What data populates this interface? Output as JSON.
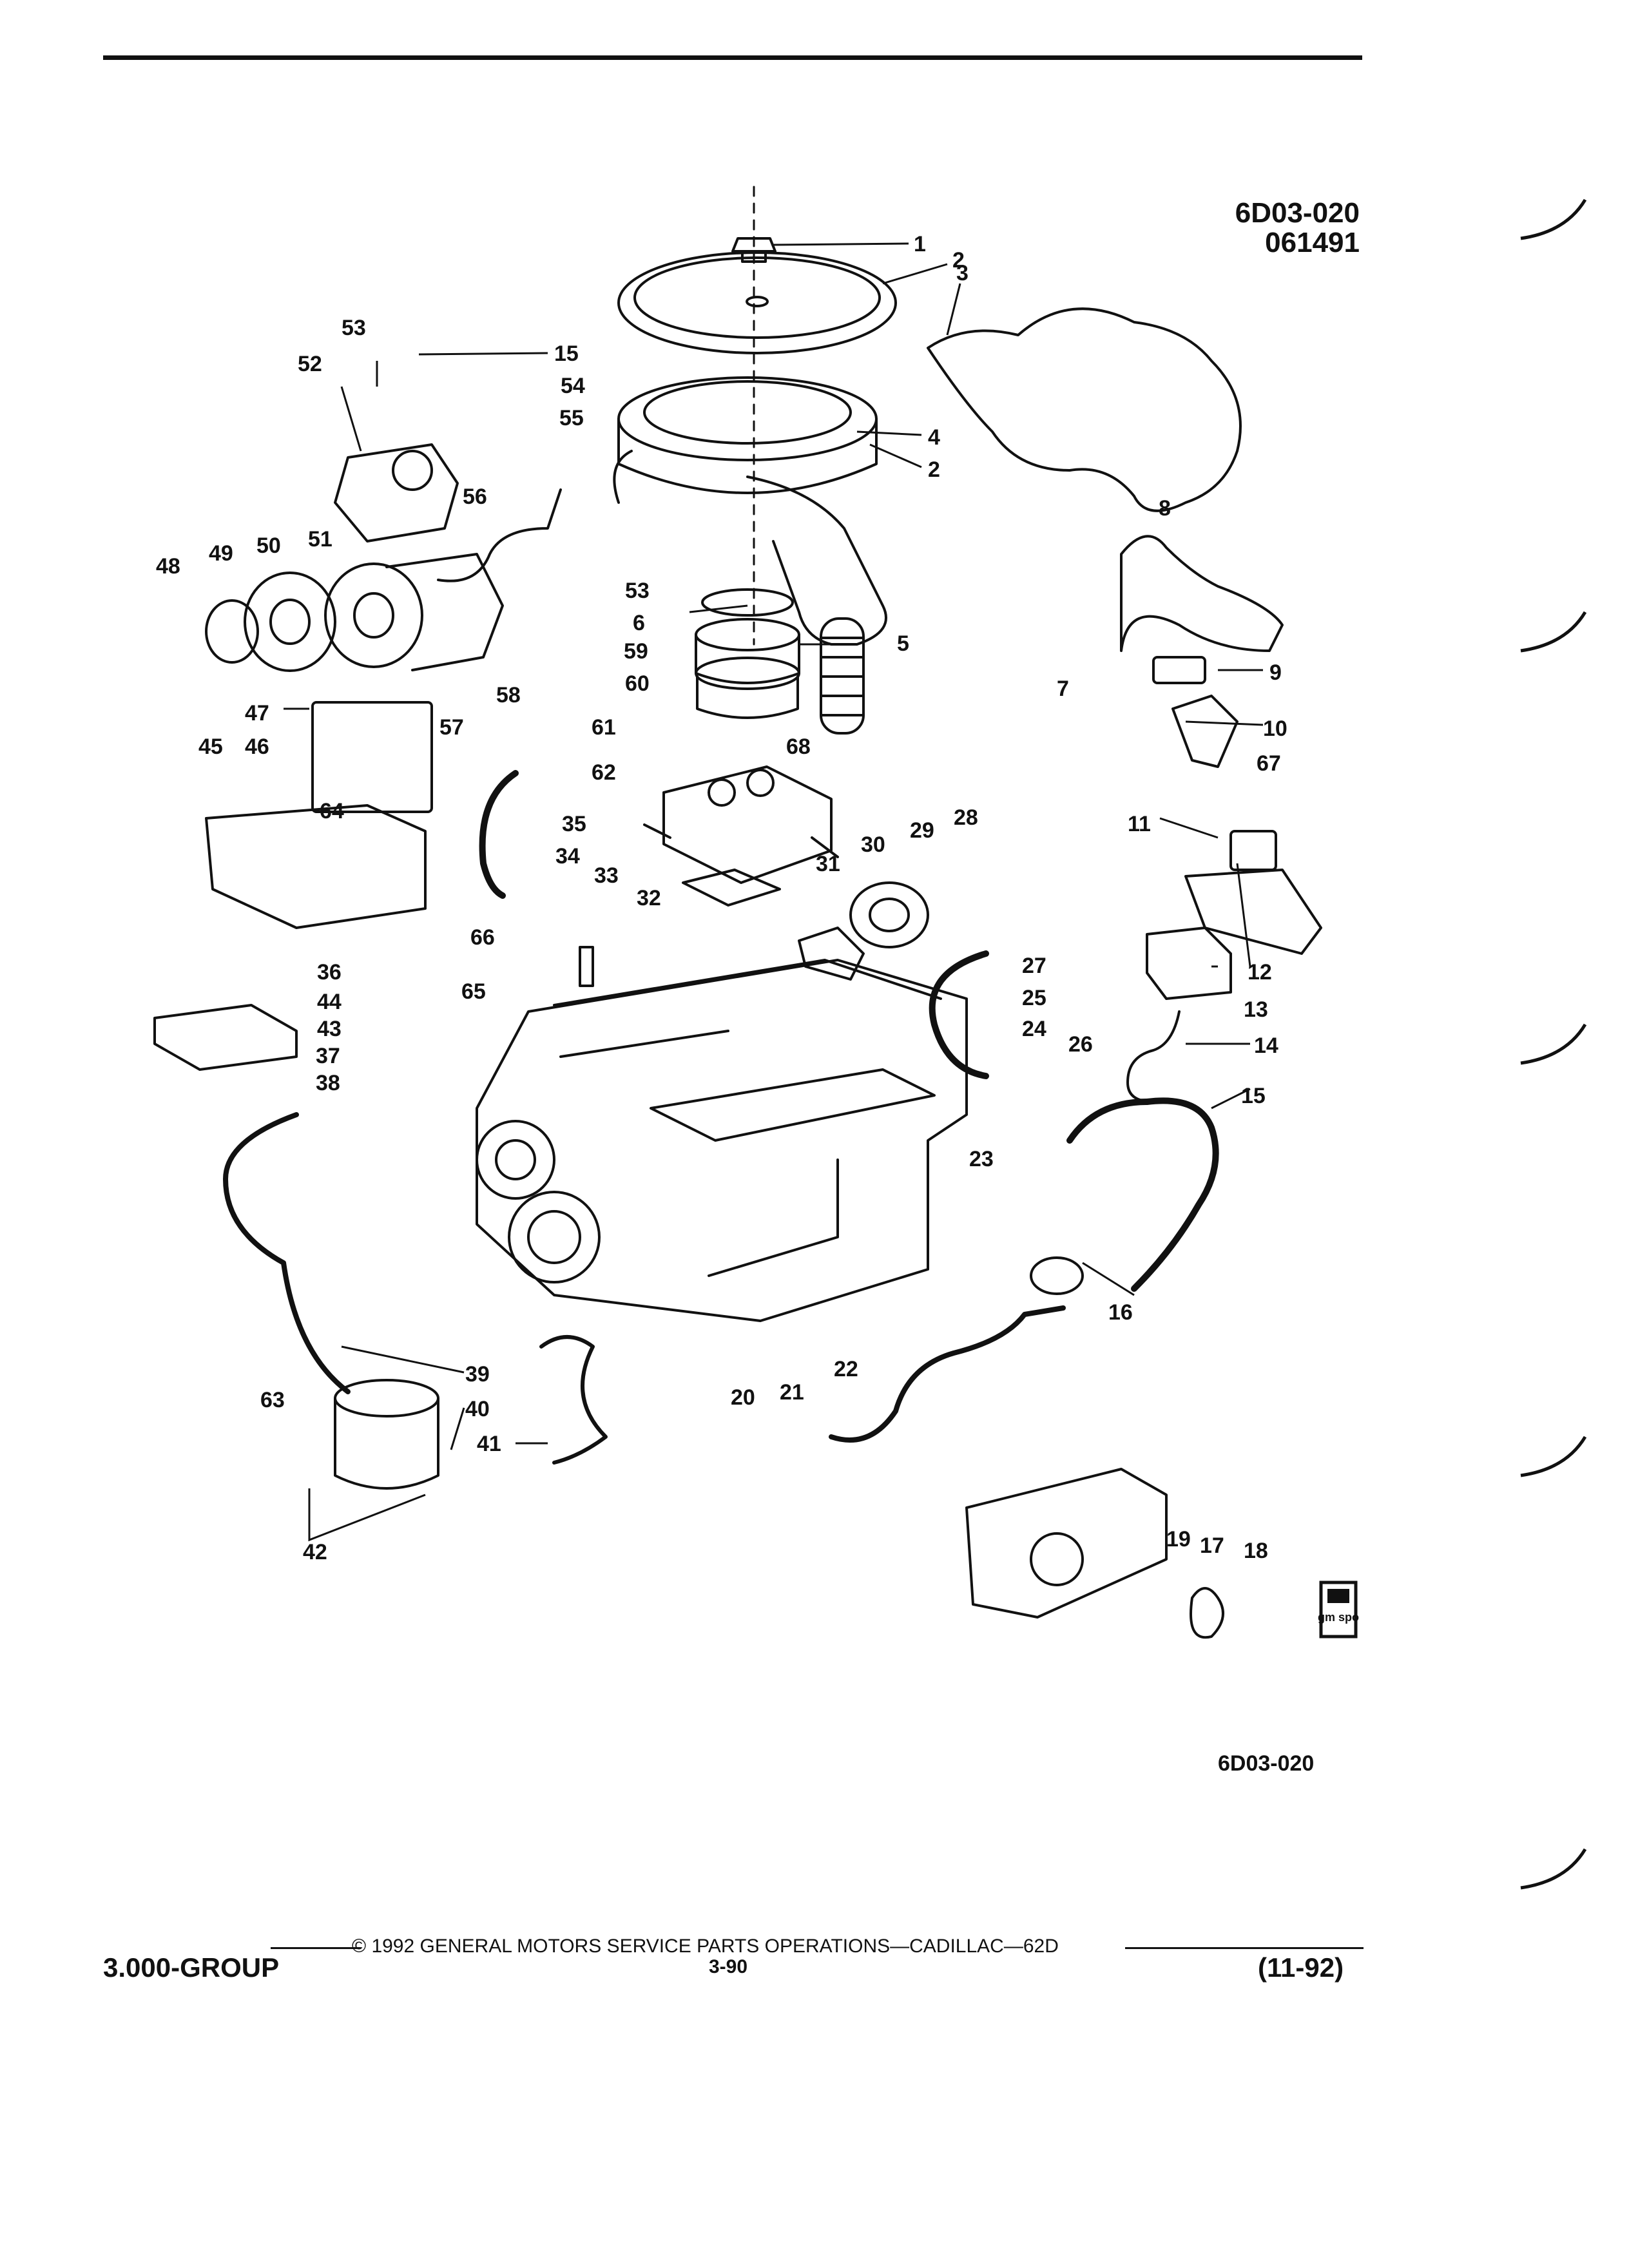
{
  "figure": {
    "code_top": "6D03-020",
    "date_code": "061491",
    "code_bottom": "6D03-020",
    "spo_badge": "gm spo"
  },
  "callouts": [
    "1",
    "2",
    "3",
    "2",
    "4",
    "15",
    "53",
    "52",
    "54",
    "55",
    "56",
    "51",
    "50",
    "49",
    "48",
    "53",
    "6",
    "59",
    "5",
    "8",
    "9",
    "7",
    "10",
    "67",
    "11",
    "12",
    "13",
    "14",
    "15",
    "60",
    "47",
    "45",
    "46",
    "57",
    "58",
    "61",
    "62",
    "68",
    "28",
    "29",
    "30",
    "31",
    "32",
    "33",
    "35",
    "34",
    "64",
    "66",
    "65",
    "36",
    "44",
    "43",
    "37",
    "38",
    "27",
    "25",
    "24",
    "26",
    "23",
    "16",
    "39",
    "63",
    "40",
    "41",
    "20",
    "21",
    "22",
    "42",
    "19",
    "17",
    "18"
  ],
  "footer": {
    "copyright": "© 1992 GENERAL MOTORS SERVICE PARTS OPERATIONS—CADILLAC—62D",
    "group": "3.000-GROUP",
    "page": "3-90",
    "date": "(11-92)"
  }
}
